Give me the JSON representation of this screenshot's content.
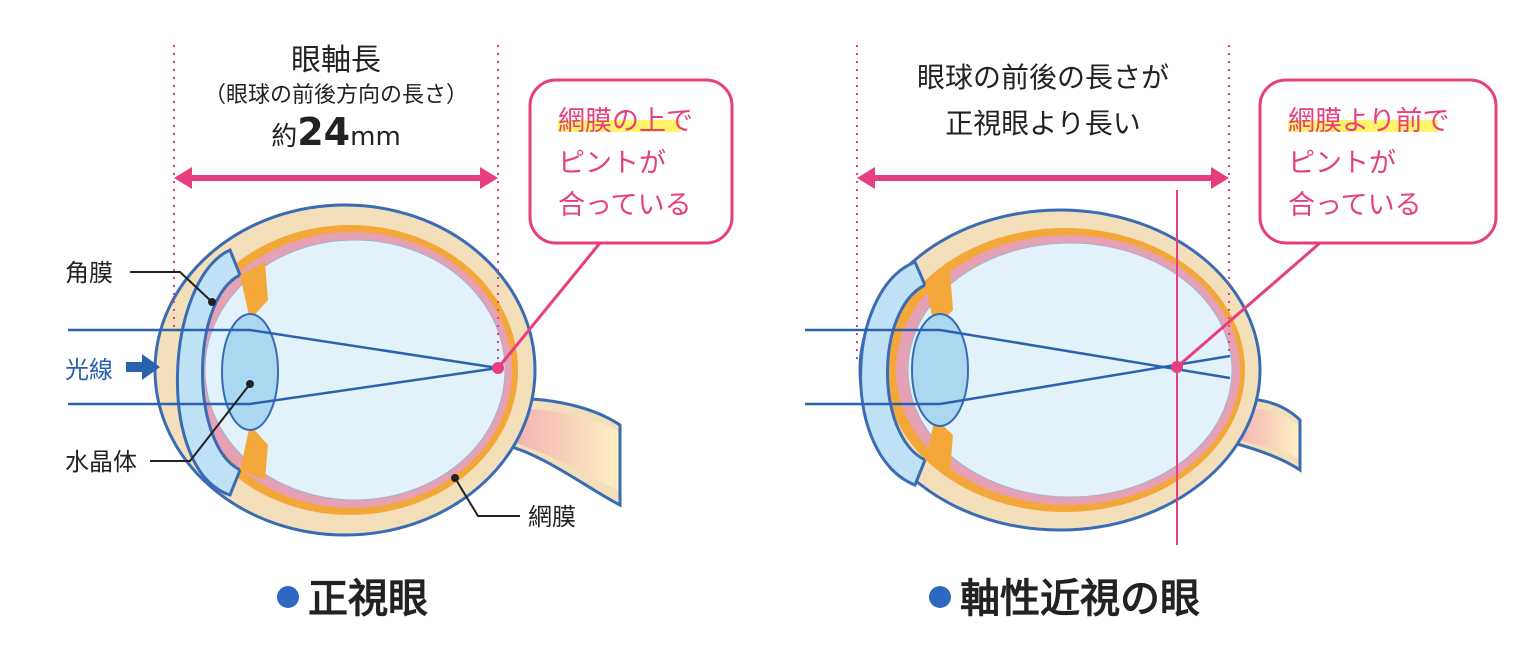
{
  "colors": {
    "accent": "#e63f7f",
    "ray": "#2b62b0",
    "sclera": "#f3dfb9",
    "outline": "#3a6bb5",
    "choroid": "#f4a83a",
    "retina": "#e7a1b5",
    "vitreous": "#e3f1fb",
    "cornea": "#bfe2f6",
    "lens": "#a9d8f0",
    "highlight": "#fff36a",
    "bullet": "#2e68c1"
  },
  "normal": {
    "measure_title": "眼軸長",
    "measure_sub": "（眼球の前後方向の長さ）",
    "measure_value_prefix": "約",
    "measure_value_num": "24",
    "measure_value_unit": "mm",
    "callout_hl": "網膜の上",
    "callout_rest1": "で",
    "callout_line2": "ピントが",
    "callout_line3": "合っている",
    "label_cornea": "角膜",
    "label_rays": "光線",
    "label_lens": "水晶体",
    "label_retina": "網膜",
    "caption": "正視眼"
  },
  "myopia": {
    "desc_line1": "眼球の前後の長さが",
    "desc_line2": "正視眼より長い",
    "callout_hl": "網膜より前",
    "callout_rest1": "で",
    "callout_line2": "ピントが",
    "callout_line3": "合っている",
    "caption": "軸性近視の眼"
  }
}
